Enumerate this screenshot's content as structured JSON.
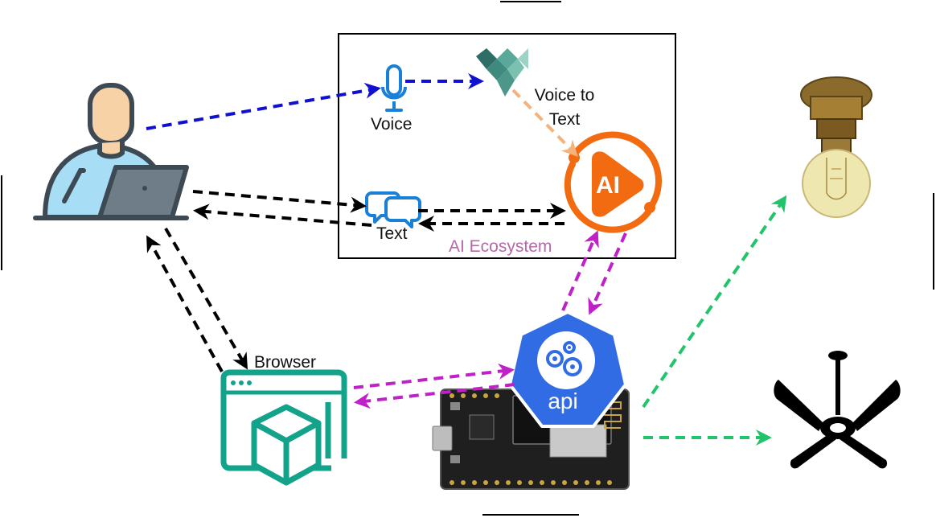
{
  "labels": {
    "voice": "Voice",
    "voice_to_text_line1": "Voice to",
    "voice_to_text_line2": "Text",
    "text": "Text",
    "ai_ecosystem": "AI Ecosystem",
    "browser": "Browser",
    "api": "api",
    "ai_badge": "AI"
  },
  "colors": {
    "voice_flow": "#1010d0",
    "text_flow": "#000000",
    "voice_to_text_flow": "#f5b27a",
    "api_flow": "#c020c8",
    "device_flow": "#22c36a",
    "ai_orange": "#f26b10",
    "api_blue": "#326ce5",
    "browser_teal": "#12a38a",
    "ecosystem_label": "#b56aa8",
    "mic_blue": "#1a7fd6"
  },
  "icons": [
    "user-laptop-icon",
    "microphone-icon",
    "speech-to-text-logo-icon",
    "chat-bubbles-icon",
    "ai-play-icon",
    "kubernetes-api-icon",
    "browser-box-icon",
    "esp8266-board-icon",
    "light-bulb-icon",
    "ceiling-fan-icon"
  ]
}
